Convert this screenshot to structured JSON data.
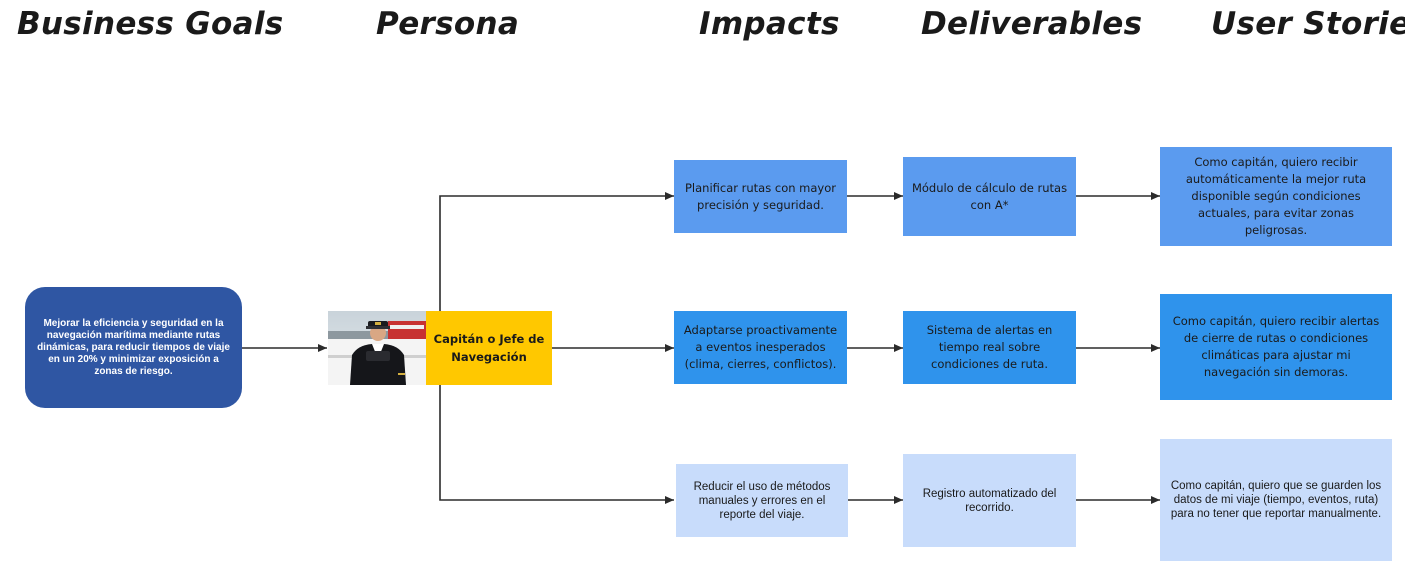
{
  "headers": {
    "business_goals": "Business Goals",
    "persona": "Persona",
    "impacts": "Impacts",
    "deliverables": "Deliverables",
    "user_stories": "User Stories"
  },
  "goal": {
    "text": "Mejorar la eficiencia y seguridad en la navegación marítima mediante rutas dinámicas, para reducir tiempos de viaje en un 20% y minimizar exposición a zonas de riesgo."
  },
  "persona": {
    "label": "Capitán o Jefe de Navegación",
    "image": "ship-captain-photo"
  },
  "impacts": [
    "Planificar rutas con mayor precisión y seguridad.",
    "Adaptarse proactivamente a eventos inesperados (clima, cierres, conflictos).",
    "Reducir el uso de métodos manuales y errores en el reporte del viaje."
  ],
  "deliverables": [
    "Módulo de cálculo de rutas con A*",
    "Sistema de alertas en tiempo real sobre condiciones de ruta.",
    "Registro automatizado del recorrido."
  ],
  "user_stories": [
    "Como capitán, quiero recibir automáticamente la mejor ruta disponible según condiciones actuales, para evitar zonas peligrosas.",
    "Como capitán, quiero recibir alertas de cierre de rutas o condiciones climáticas para ajustar mi navegación sin demoras.",
    "Como capitán, quiero que se guarden los datos de mi viaje (tiempo, eventos, ruta) para no tener que reportar manualmente."
  ],
  "colors": {
    "goal": "#2f56a3",
    "persona": "#ffc800",
    "row1": "#5b9bef",
    "row2": "#2f93ec",
    "row3": "#c8dcfb",
    "line": "#2b2b2b"
  }
}
